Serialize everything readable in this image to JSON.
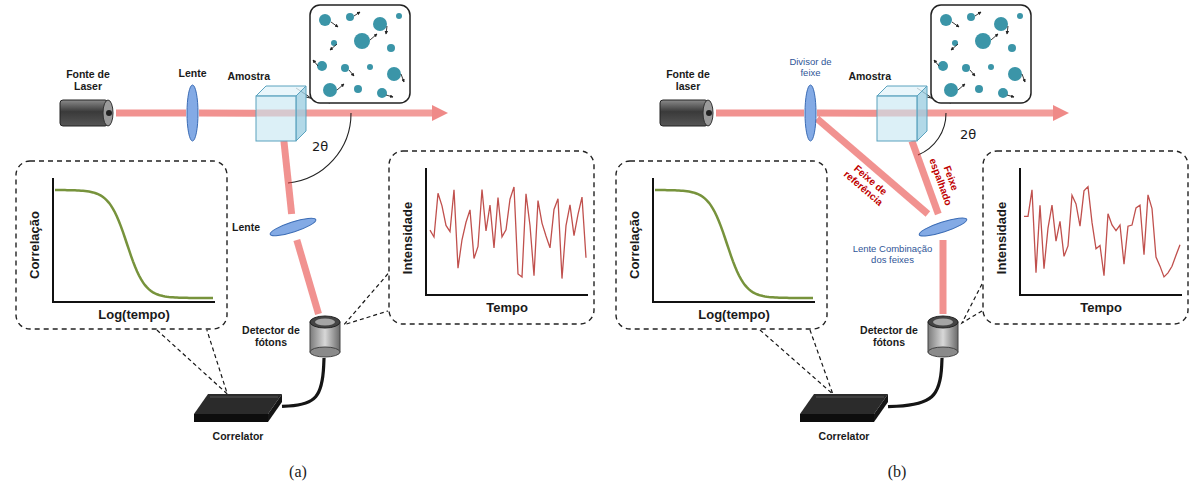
{
  "diagram": {
    "nodes": [
      {
        "text": [
          "Fonte de Laser"
        ]
      },
      {
        "text": [
          "Lente"
        ]
      },
      {
        "text": [
          "Amostra"
        ]
      },
      {
        "text": [
          "Lente"
        ]
      },
      {
        "text": [
          "Detector de fótons"
        ]
      },
      {
        "text": [
          "Correlator"
        ]
      },
      {
        "text": [
          "Correlação",
          "Log(tempo)"
        ]
      },
      {
        "text": [
          "Intensidade",
          "Tempo"
        ]
      },
      {
        "text": [
          "Fonte de laser"
        ]
      },
      {
        "text": [
          "Divisor de feixe"
        ]
      },
      {
        "text": [
          "Amostra"
        ]
      },
      {
        "text": [
          "Lente Combinação dos feixes"
        ]
      },
      {
        "text": [
          "Detector de fótons"
        ]
      },
      {
        "text": [
          "Correlator"
        ]
      },
      {
        "text": [
          "Correlação",
          "Log(tempo)"
        ]
      },
      {
        "text": [
          "Intensidade",
          "Tempo"
        ]
      }
    ],
    "edges": [
      {
        "from": 0,
        "to": 1,
        "arrow": "none"
      },
      {
        "from": 1,
        "to": 2,
        "arrow": "none"
      },
      {
        "from": 2,
        "to": 3,
        "arrow": "none"
      },
      {
        "from": 3,
        "to": 4,
        "arrow": "none"
      },
      {
        "from": 4,
        "to": 5,
        "arrow": "none"
      },
      {
        "from": 6,
        "to": 5,
        "arrow": "none"
      },
      {
        "from": 7,
        "to": 4,
        "arrow": "none"
      },
      {
        "from": 8,
        "to": 9,
        "arrow": "none"
      },
      {
        "from": 9,
        "to": 10,
        "arrow": "none"
      },
      {
        "from": 9,
        "to": 11,
        "label": "Feixe de referência",
        "arrow": "none"
      },
      {
        "from": 10,
        "to": 11,
        "label": "Feixe espalhado",
        "arrow": "none"
      },
      {
        "from": 11,
        "to": 12,
        "arrow": "none"
      },
      {
        "from": 12,
        "to": 13,
        "arrow": "none"
      },
      {
        "from": 14,
        "to": 13,
        "arrow": "none"
      },
      {
        "from": 15,
        "to": 12,
        "arrow": "none"
      }
    ],
    "labels": [
      "2θ",
      "(a)",
      "2θ",
      "(b)"
    ]
  }
}
